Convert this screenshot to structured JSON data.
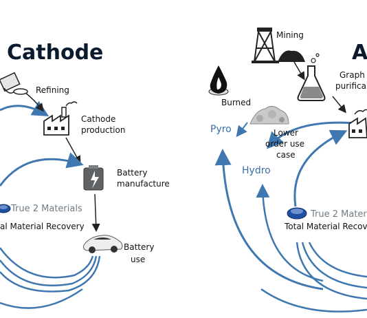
{
  "left_panel": {
    "title": "Cathode",
    "nodes": {
      "refining": "Refining",
      "cathode_production_1": "Cathode",
      "cathode_production_2": "production",
      "battery_manufacture_1": "Battery",
      "battery_manufacture_2": "manufacture",
      "battery_use_1": "Battery",
      "battery_use_2": "use"
    },
    "brand": {
      "name": "True 2 Materials",
      "subtitle": "al Material Recovery"
    }
  },
  "right_panel": {
    "title": "A",
    "nodes": {
      "mining": "Mining",
      "graphite_1": "Graph",
      "graphite_2": "purifica",
      "burned": "Burned",
      "lower_1": "Lower",
      "lower_2": "order use",
      "lower_3": "case",
      "pyro": "Pyro",
      "hydro": "Hydro"
    },
    "brand": {
      "name": "True 2 Mater",
      "subtitle": "Total Material Recov"
    }
  },
  "colors": {
    "arrow_blue": "#3f77b0",
    "arrow_dark": "#222222",
    "brand_blue": "#1f4fa0"
  }
}
